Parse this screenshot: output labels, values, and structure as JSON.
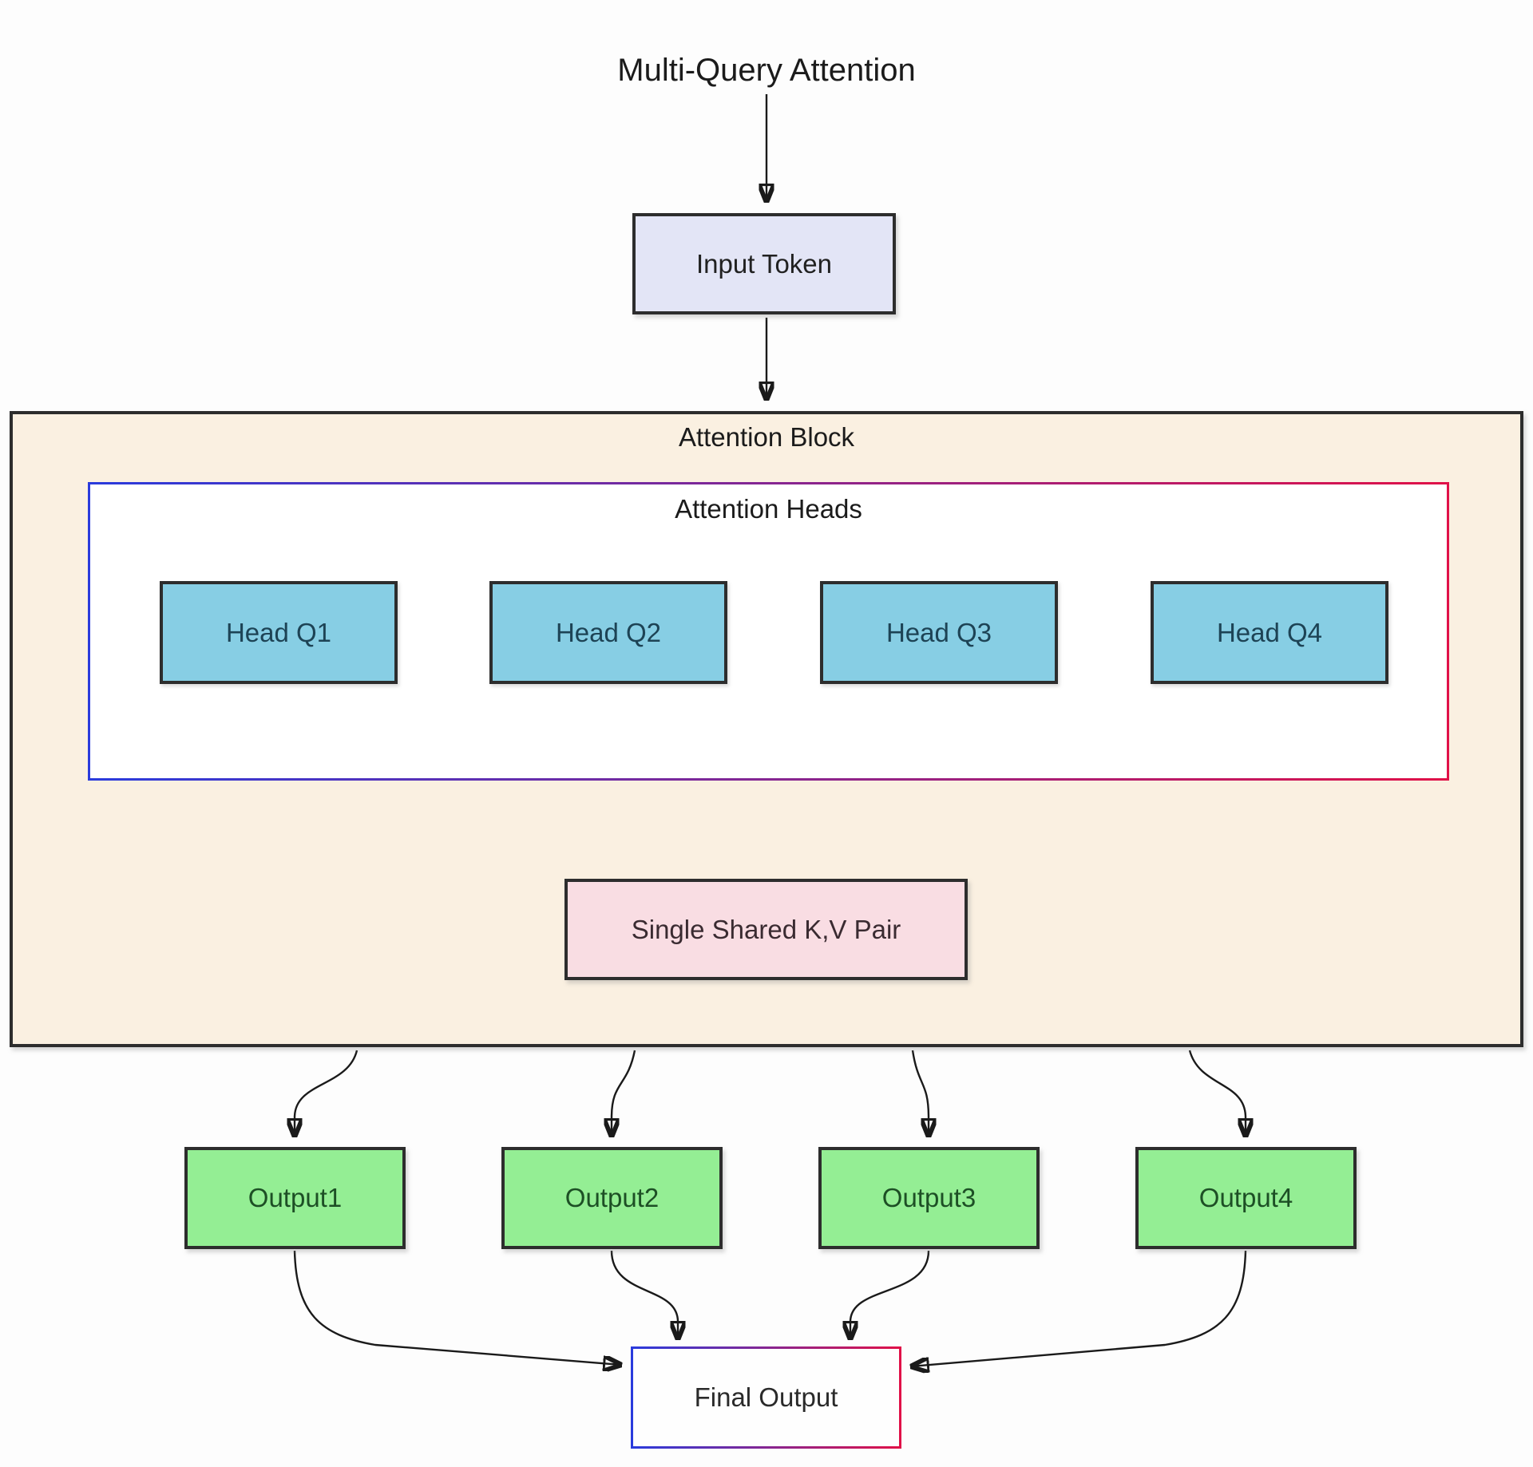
{
  "diagram": {
    "title": "Multi-Query Attention",
    "nodes": {
      "input_token": "Input Token",
      "attention_block": "Attention Block",
      "attention_heads": "Attention Heads",
      "head_q1": "Head Q1",
      "head_q2": "Head Q2",
      "head_q3": "Head Q3",
      "head_q4": "Head Q4",
      "kv_pair": "Single Shared K,V Pair",
      "output1": "Output1",
      "output2": "Output2",
      "output3": "Output3",
      "output4": "Output4",
      "final_output": "Final Output"
    },
    "edges": [
      {
        "from": "title",
        "to": "input_token"
      },
      {
        "from": "input_token",
        "to": "attention_block"
      },
      {
        "from": "attention_block",
        "to": "output1"
      },
      {
        "from": "attention_block",
        "to": "output2"
      },
      {
        "from": "attention_block",
        "to": "output3"
      },
      {
        "from": "attention_block",
        "to": "output4"
      },
      {
        "from": "output1",
        "to": "final_output"
      },
      {
        "from": "output2",
        "to": "final_output"
      },
      {
        "from": "output3",
        "to": "final_output"
      },
      {
        "from": "output4",
        "to": "final_output"
      }
    ],
    "colors": {
      "input_fill": "#e3e5f6",
      "block_fill": "#faf0e1",
      "head_fill": "#87cee4",
      "kv_fill": "#f9dde3",
      "output_fill": "#94ee94",
      "grad_start": "#2a3bdc",
      "grad_end": "#e01148",
      "border": "#2d2d2d",
      "edge": "#1a1a1a"
    }
  }
}
